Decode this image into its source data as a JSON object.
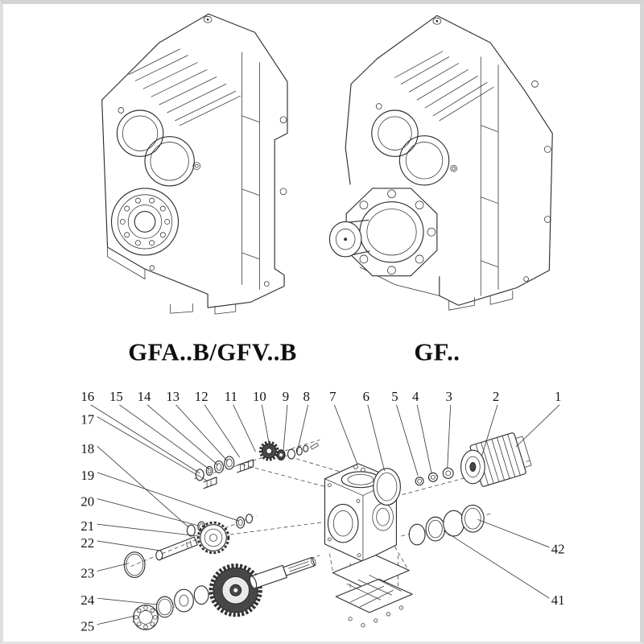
{
  "models": {
    "left": "GFA..B/GFV..B",
    "right": "GF.."
  },
  "callouts": {
    "top_row": [
      "16",
      "15",
      "14",
      "13",
      "12",
      "11",
      "10",
      "9",
      "8",
      "7",
      "6",
      "5",
      "4",
      "3",
      "2",
      "1"
    ],
    "left_column": [
      "17",
      "18",
      "19",
      "20",
      "21",
      "22",
      "23",
      "24",
      "25"
    ],
    "right_column": [
      "42",
      "41"
    ]
  },
  "drawing": {
    "line_color": "#2e2e2e",
    "accent_dark_fill": "#474747"
  }
}
